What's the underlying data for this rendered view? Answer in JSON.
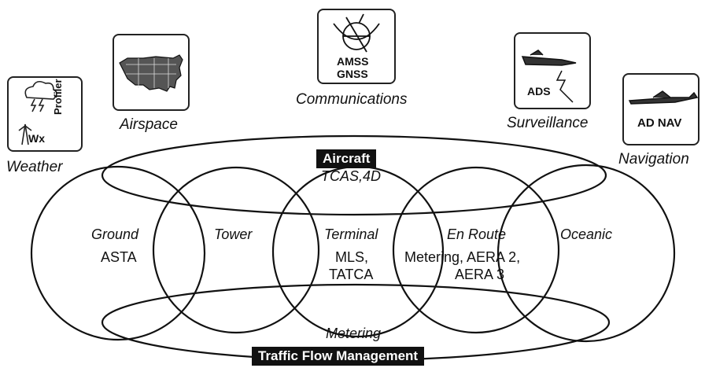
{
  "icons": {
    "weather": {
      "caption": "Weather",
      "label_wx": "Wx",
      "label_profiler": "Profiler",
      "icon": "weather-cloud-lightning-icon"
    },
    "airspace": {
      "caption": "Airspace",
      "icon": "us-map-icon"
    },
    "communications": {
      "caption": "Communications",
      "label_amss": "AMSS",
      "label_gnss": "GNSS",
      "icon": "satellite-globe-icon"
    },
    "surveillance": {
      "caption": "Surveillance",
      "label": "ADS",
      "icon": "airplane-signal-icon"
    },
    "navigation": {
      "caption": "Navigation",
      "label": "AD NAV",
      "icon": "airplane-icon"
    }
  },
  "bars": {
    "aircraft": "Aircraft",
    "aircraft_sub": "TCAS,4D",
    "traffic": "Traffic Flow Management",
    "traffic_sub": "Metering"
  },
  "regions": {
    "ground": {
      "name": "Ground",
      "sub": "ASTA"
    },
    "tower": {
      "name": "Tower"
    },
    "terminal": {
      "name": "Terminal",
      "sub1": "MLS,",
      "sub2": "TATCA"
    },
    "enroute": {
      "name": "En Route",
      "sub1": "Metering, AERA 2,",
      "sub2": "AERA 3"
    },
    "oceanic": {
      "name": "Oceanic"
    }
  }
}
